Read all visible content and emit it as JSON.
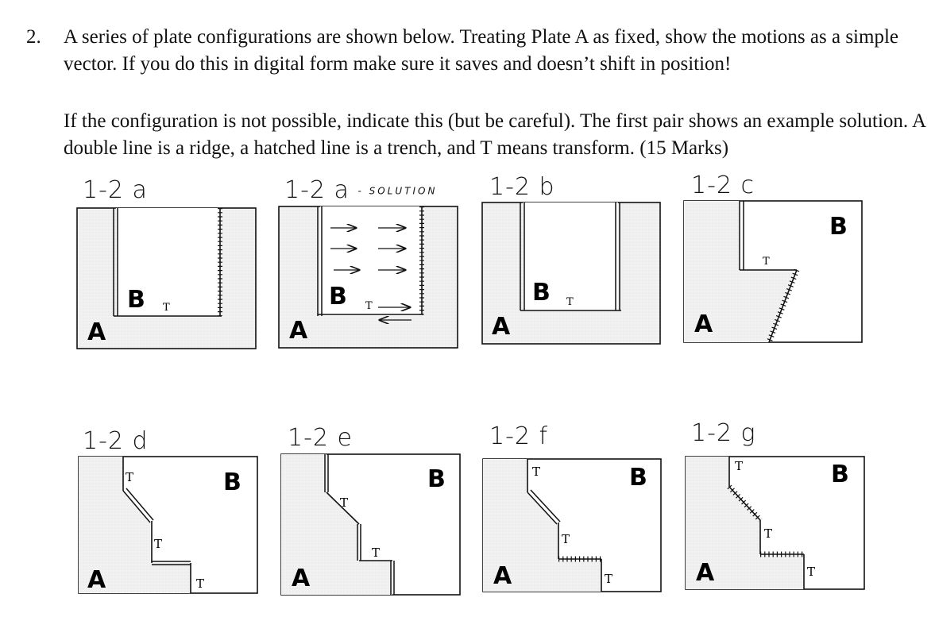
{
  "question": {
    "number": "2.",
    "paragraph_1": "A series of plate configurations are shown below. Treating Plate A as fixed, show the motions as a simple vector. If you do this in digital form make sure it saves and doesn’t shift in position!",
    "paragraph_2": "If the configuration is not possible, indicate this (but be careful). The first pair shows an example solution. A double line is a ridge, a hatched line is a trench, and T means transform. (15 Marks)"
  },
  "figures": [
    {
      "id": "a",
      "label": "1-2 a",
      "suffix": ""
    },
    {
      "id": "a-solution",
      "label": "1-2 a",
      "suffix": "- SOLUTION"
    },
    {
      "id": "b",
      "label": "1-2 b",
      "suffix": ""
    },
    {
      "id": "c",
      "label": "1-2 c",
      "suffix": ""
    },
    {
      "id": "d",
      "label": "1-2 d",
      "suffix": ""
    },
    {
      "id": "e",
      "label": "1-2 e",
      "suffix": ""
    },
    {
      "id": "f",
      "label": "1-2 f",
      "suffix": ""
    },
    {
      "id": "g",
      "label": "1-2 g",
      "suffix": ""
    }
  ],
  "plate_labels": {
    "a": "A",
    "b": "B"
  },
  "transform_mark": "T"
}
